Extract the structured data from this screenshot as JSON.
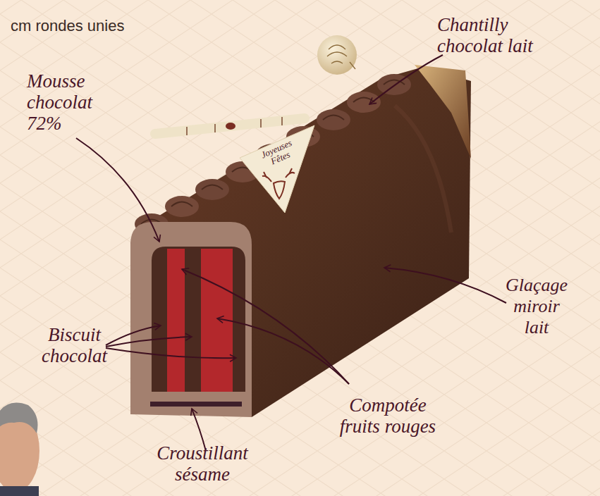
{
  "diagram": {
    "labels": [
      "cm rondes unies",
      "Chantilly chocolat lait",
      "Mousse chocolat 72%",
      "Glaçage miroir lait",
      "Biscuit chocolat",
      "Compotée fruits rouges",
      "Croustillant sésame",
      "Joyeuses Fêtes"
    ]
  }
}
